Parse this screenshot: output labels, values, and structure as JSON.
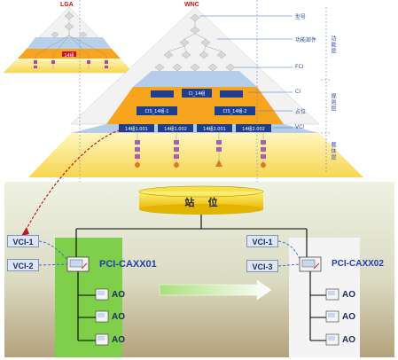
{
  "pyramids": {
    "left_title": "LGA",
    "right_title": "WNC",
    "right_level_labels": [
      "型号",
      "功能部件",
      "FCI",
      "CI",
      "占位",
      "VCI"
    ],
    "right_group_labels": [
      "功能层",
      "规则层",
      "载体层"
    ],
    "right_ci_box": "CI_14组",
    "right_cis_boxes": [
      "CIS_14组-1",
      "CIS_14组-2"
    ],
    "right_vci_boxes": [
      "14组1.001",
      "14组1.002",
      "14组2.001",
      "14组2.002"
    ],
    "left_box": "14组"
  },
  "station": {
    "label": "站    位"
  },
  "left_panel": {
    "vcis": [
      "VCI-1",
      "VCI-2"
    ],
    "pci_name": "PCI-CAXX01",
    "ao_labels": [
      "AO",
      "AO",
      "AO"
    ]
  },
  "right_panel": {
    "vcis": [
      "VCI-1",
      "VCI-3"
    ],
    "pci_name": "PCI-CAXX02",
    "ao_labels": [
      "AO",
      "AO",
      "AO"
    ]
  },
  "colors": {
    "pyramid_top": "#f0f0f0",
    "pyramid_band_blue": "#b6cdea",
    "pyramid_band_orange": "#f7a51e",
    "pyramid_bottom": "#fbe27a",
    "station_fill": "#f7d40c",
    "left_panel": "#7fcf4a",
    "right_panel": "#f2f2f2",
    "ground": "#bfae8a",
    "pci_text": "#1f3fb0",
    "dashed_red": "#c0141e"
  }
}
